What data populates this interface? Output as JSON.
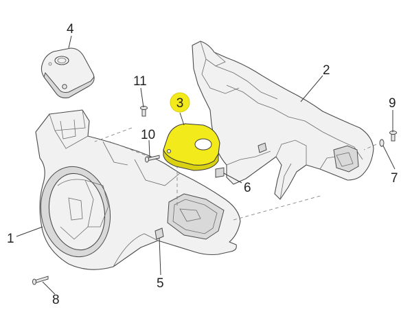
{
  "highlight_color": "#f3ea1c",
  "badge_color": "#f3ea1c",
  "callouts": {
    "c1": "1",
    "c2": "2",
    "c3": "3",
    "c4": "4",
    "c5": "5",
    "c6": "6",
    "c7": "7",
    "c8": "8",
    "c9": "9",
    "c10": "10",
    "c11": "11"
  }
}
